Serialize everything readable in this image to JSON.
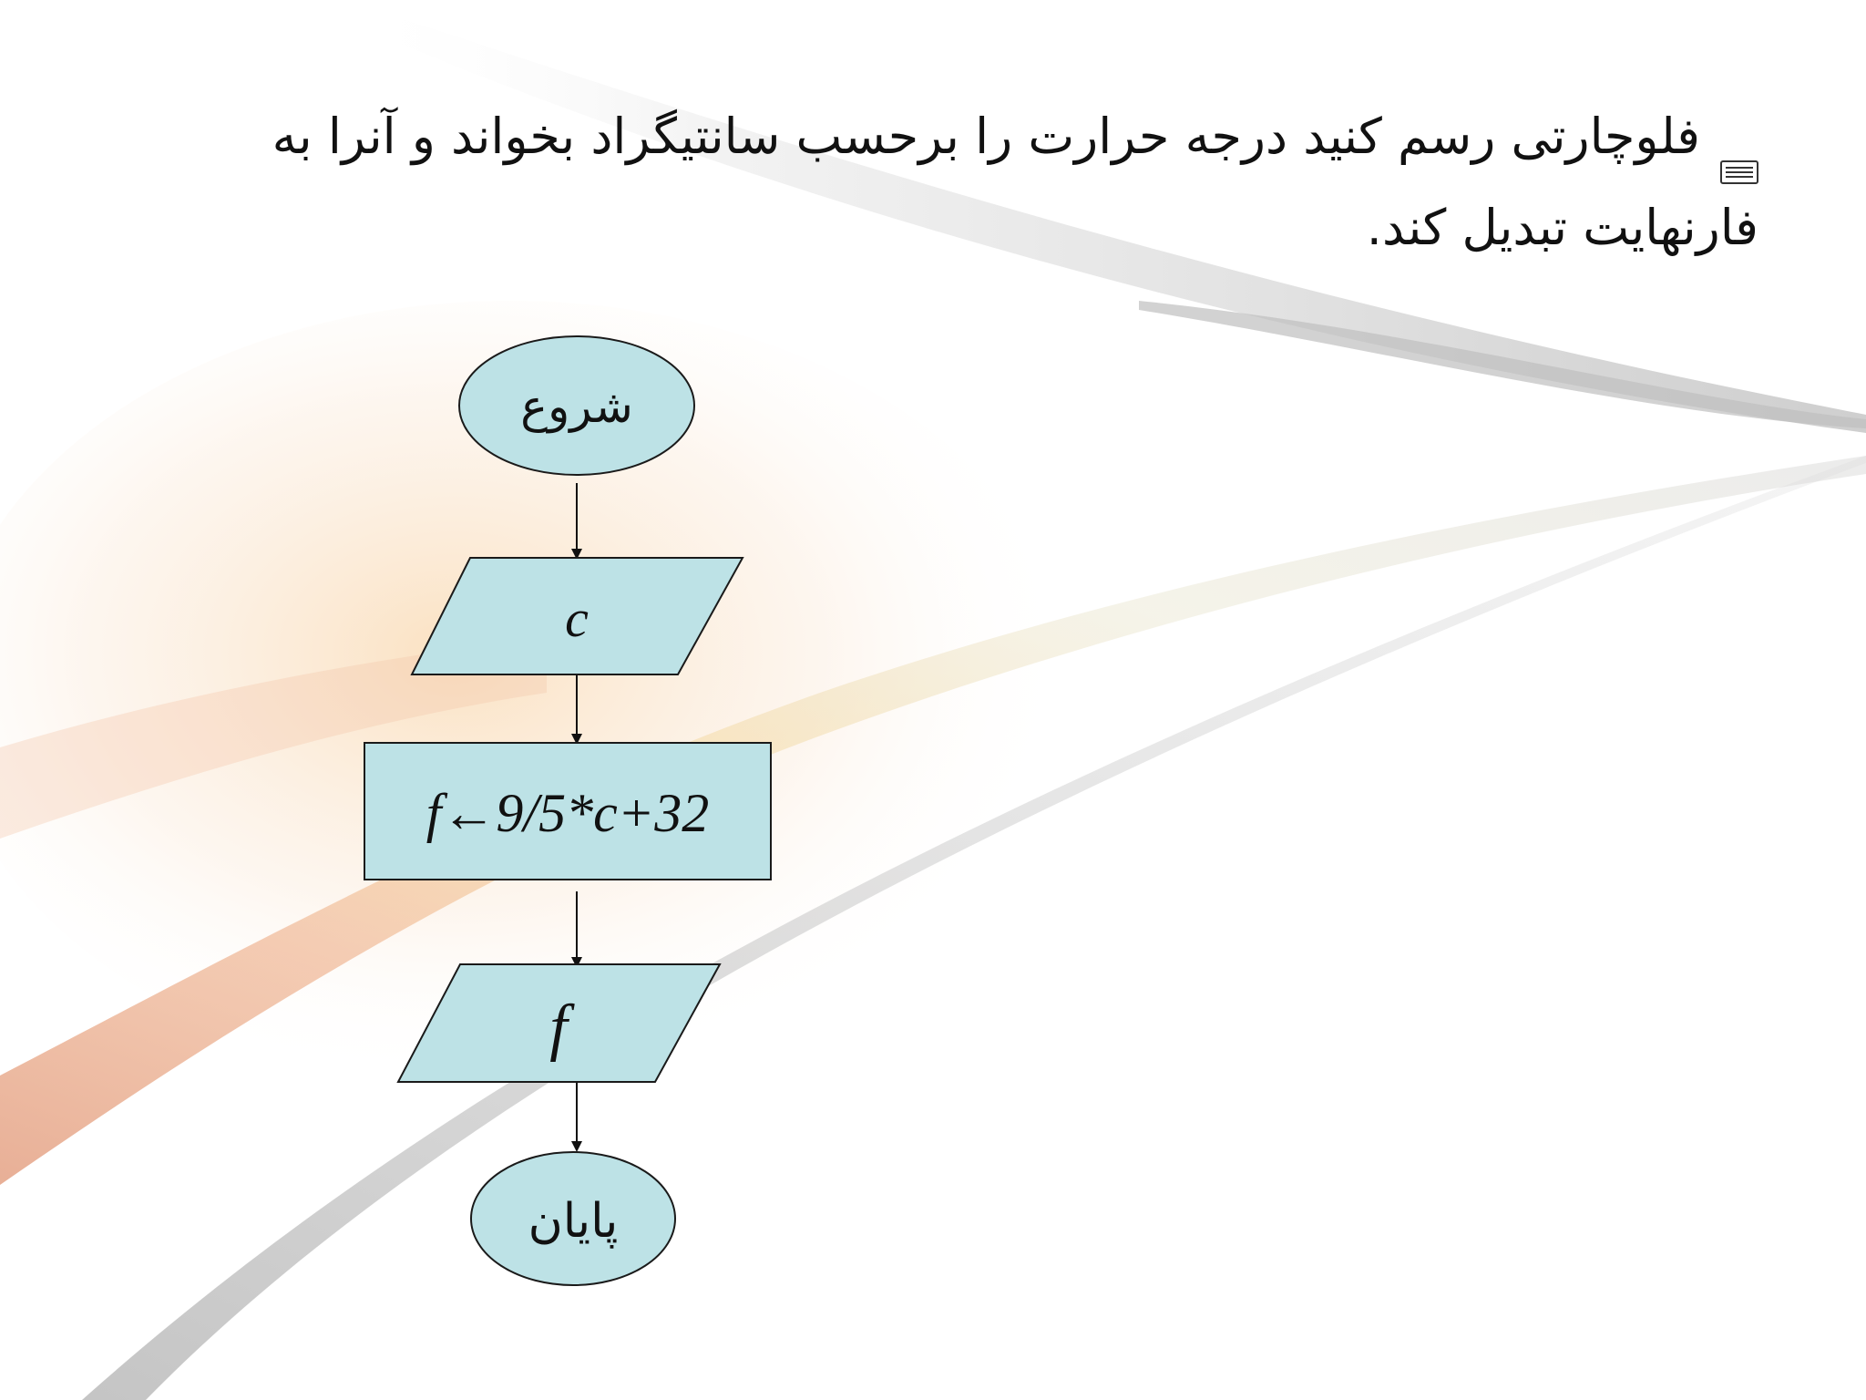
{
  "slide": {
    "instruction": "فلوچارتی رسم کنید درجه حرارت را برحسب سانتیگراد بخواند و آنرا به فارنهایت تبدیل کند.",
    "bullet_icon": "keyboard-icon"
  },
  "flowchart": {
    "nodes": [
      {
        "id": "start",
        "shape": "terminal",
        "label": "شروع"
      },
      {
        "id": "input",
        "shape": "input-output",
        "label": "c"
      },
      {
        "id": "process",
        "shape": "process",
        "label": "f←9/5*c+32"
      },
      {
        "id": "output",
        "shape": "input-output",
        "label": "f"
      },
      {
        "id": "end",
        "shape": "terminal",
        "label": "پایان"
      }
    ],
    "edges": [
      {
        "from": "start",
        "to": "input"
      },
      {
        "from": "input",
        "to": "process"
      },
      {
        "from": "process",
        "to": "output"
      },
      {
        "from": "output",
        "to": "end"
      }
    ]
  },
  "colors": {
    "node_fill": "#bde2e6",
    "node_stroke": "#1a1a1a"
  }
}
